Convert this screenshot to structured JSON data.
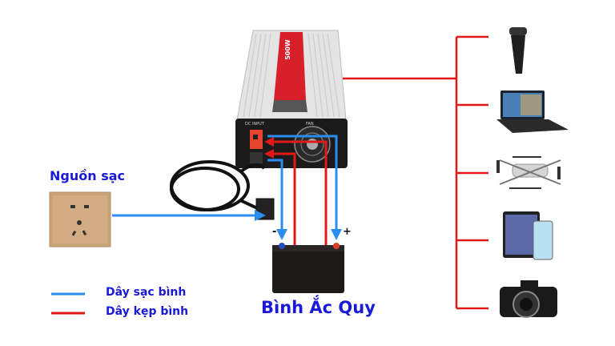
{
  "diagram": {
    "title_nodes": {
      "power_source": "Nguồn sạc",
      "battery": "Bình Ắc Quy"
    },
    "inverter": {
      "rating_label": "500W",
      "panel_labels": [
        "DC INPUT",
        "FAN"
      ]
    },
    "battery_terminals": {
      "negative": "-",
      "positive": "+"
    },
    "legend": [
      {
        "color": "#2a8cf0",
        "label": "Dây sạc bình"
      },
      {
        "color": "#e01818",
        "label": "Dây kẹp bình"
      }
    ],
    "devices": [
      {
        "name": "electric-shaver"
      },
      {
        "name": "laptop"
      },
      {
        "name": "drone"
      },
      {
        "name": "tablet-and-phone"
      },
      {
        "name": "camera"
      }
    ],
    "colors": {
      "charge_wire": "#2a8cf0",
      "clamp_wire": "#e01818",
      "output_wire": "#e01818",
      "label_text": "#1a1ad6"
    }
  }
}
